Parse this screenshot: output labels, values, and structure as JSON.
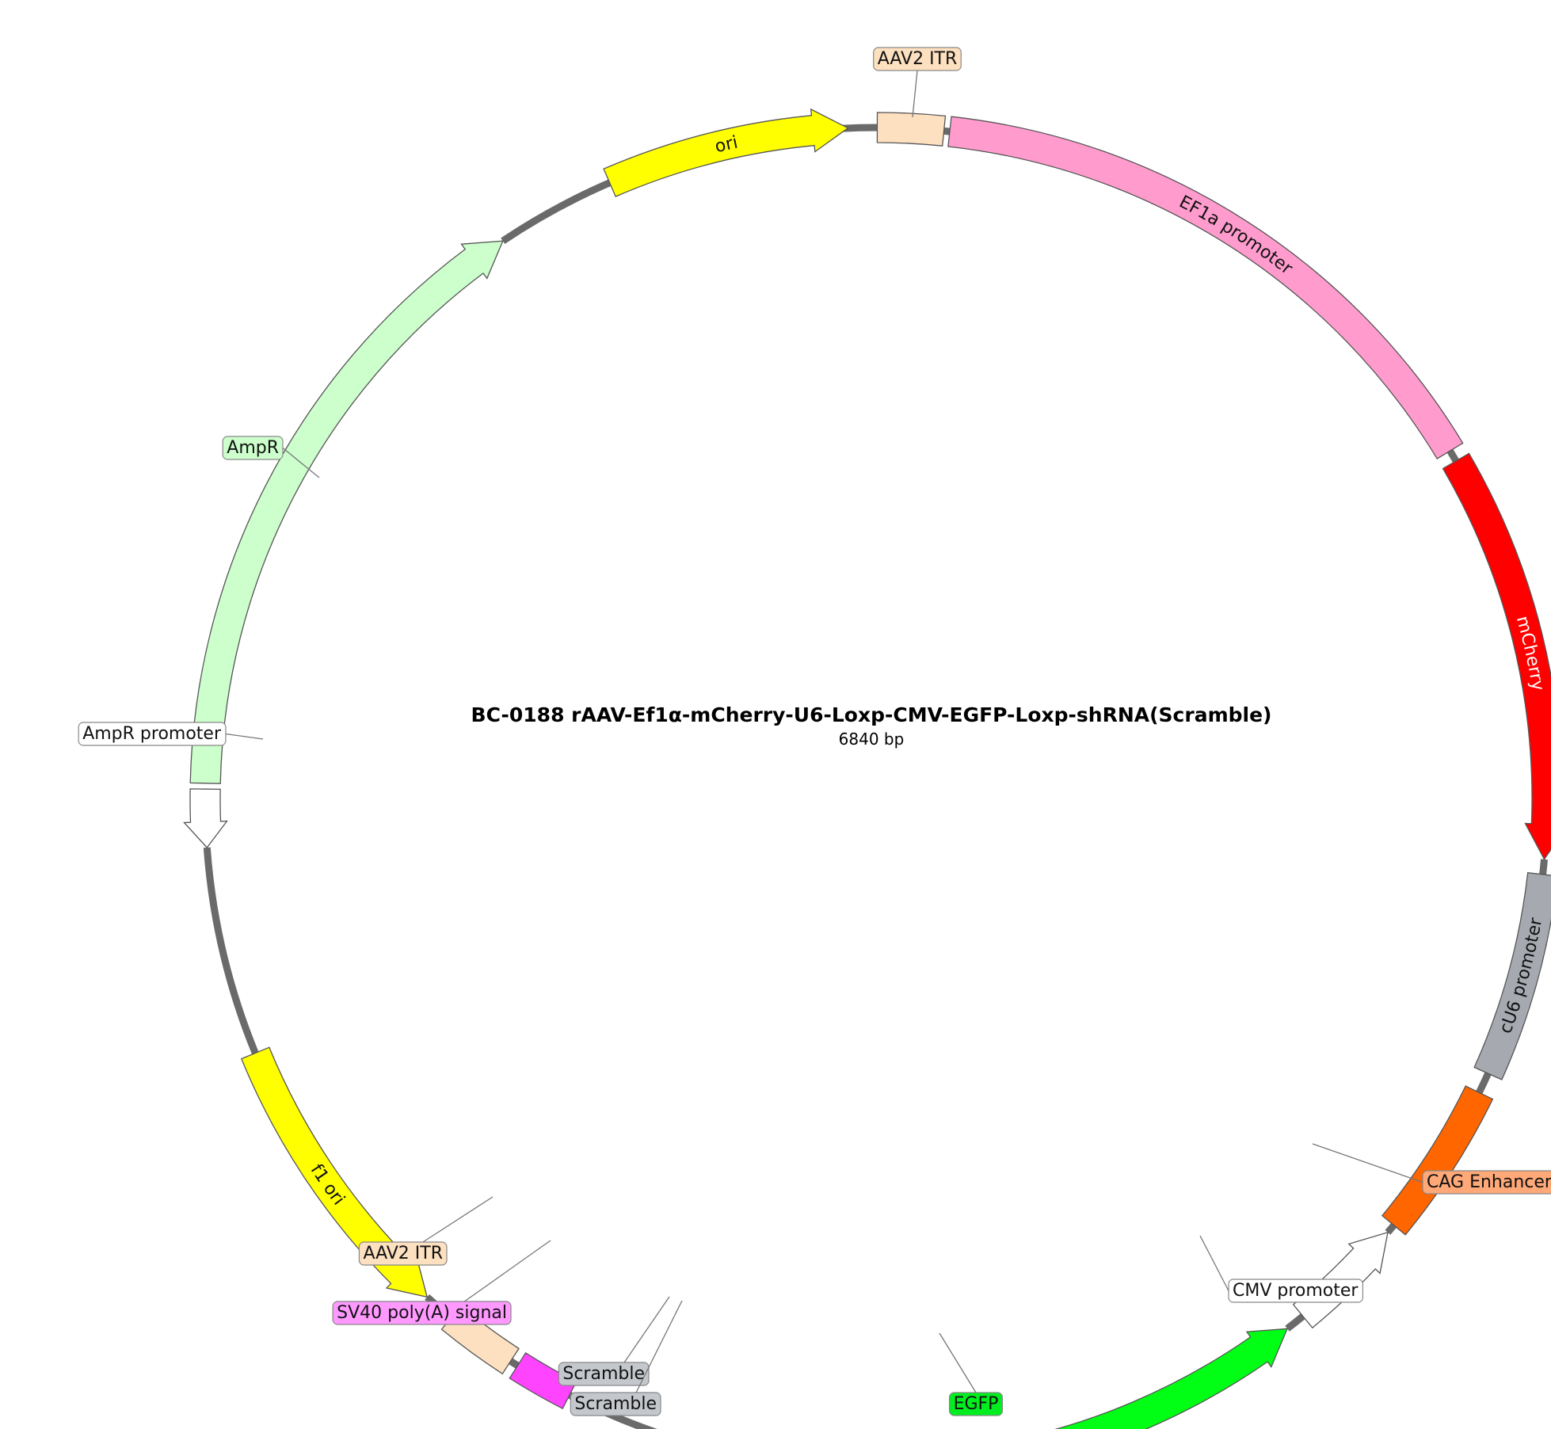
{
  "title": "BC-0188   rAAV-Ef1α-mCherry-U6-Loxp-CMV-EGFP-Loxp-shRNA(Scramble)",
  "size_label": "6840 bp",
  "features": [
    {
      "name": "EF1a promoter",
      "shape": "box",
      "color": "#ff9ccd",
      "label_inside": true,
      "text_color": "#111111"
    },
    {
      "name": "mCherry",
      "shape": "arrow-cw",
      "color": "#ff0000",
      "label_inside": true,
      "text_color": "#ffffff"
    },
    {
      "name": "cU6 promoter",
      "shape": "box",
      "color": "#a6aab0",
      "label_inside": true,
      "text_color": "#111111"
    },
    {
      "name": "CAG Enhancer",
      "shape": "box",
      "color": "#ff6600",
      "label_inside": false,
      "callout_bg": "#ffa878"
    },
    {
      "name": "CMV promoter",
      "shape": "arrow-ccw",
      "color": "#ffffff",
      "label_inside": false,
      "callout_bg": "#ffffff"
    },
    {
      "name": "EGFP",
      "shape": "arrow-ccw",
      "color": "#00ff14",
      "label_inside": false,
      "callout_bg": "#00ee20"
    },
    {
      "name": "Scramble",
      "shape": "box",
      "color": "#a6aab0",
      "label_inside": false,
      "callout_bg": "#c4c7cc"
    },
    {
      "name": "Scramble",
      "shape": "box",
      "color": "#a6aab0",
      "label_inside": false,
      "callout_bg": "#c4c7cc"
    },
    {
      "name": "SV40 poly(A) signal",
      "shape": "box",
      "color": "#ff44ff",
      "label_inside": false,
      "callout_bg": "#ff99ff"
    },
    {
      "name": "AAV2 ITR",
      "shape": "box",
      "color": "#fde0c0",
      "label_inside": false,
      "callout_bg": "#fde0c0"
    },
    {
      "name": "f1 ori",
      "shape": "arrow-ccw",
      "color": "#ffff00",
      "label_inside": true,
      "text_color": "#111111"
    },
    {
      "name": "AmpR promoter",
      "shape": "arrow-ccw",
      "color": "#ffffff",
      "label_inside": false,
      "callout_bg": "#ffffff"
    },
    {
      "name": "AmpR",
      "shape": "arrow-cw",
      "color": "#ccffcc",
      "label_inside": false,
      "callout_bg": "#ccffcc"
    },
    {
      "name": "ori",
      "shape": "arrow-cw",
      "color": "#ffff00",
      "label_inside": true,
      "text_color": "#111111"
    },
    {
      "name": "AAV2 ITR",
      "shape": "box",
      "color": "#fde0c0",
      "label_inside": false,
      "callout_bg": "#fde0c0"
    }
  ]
}
